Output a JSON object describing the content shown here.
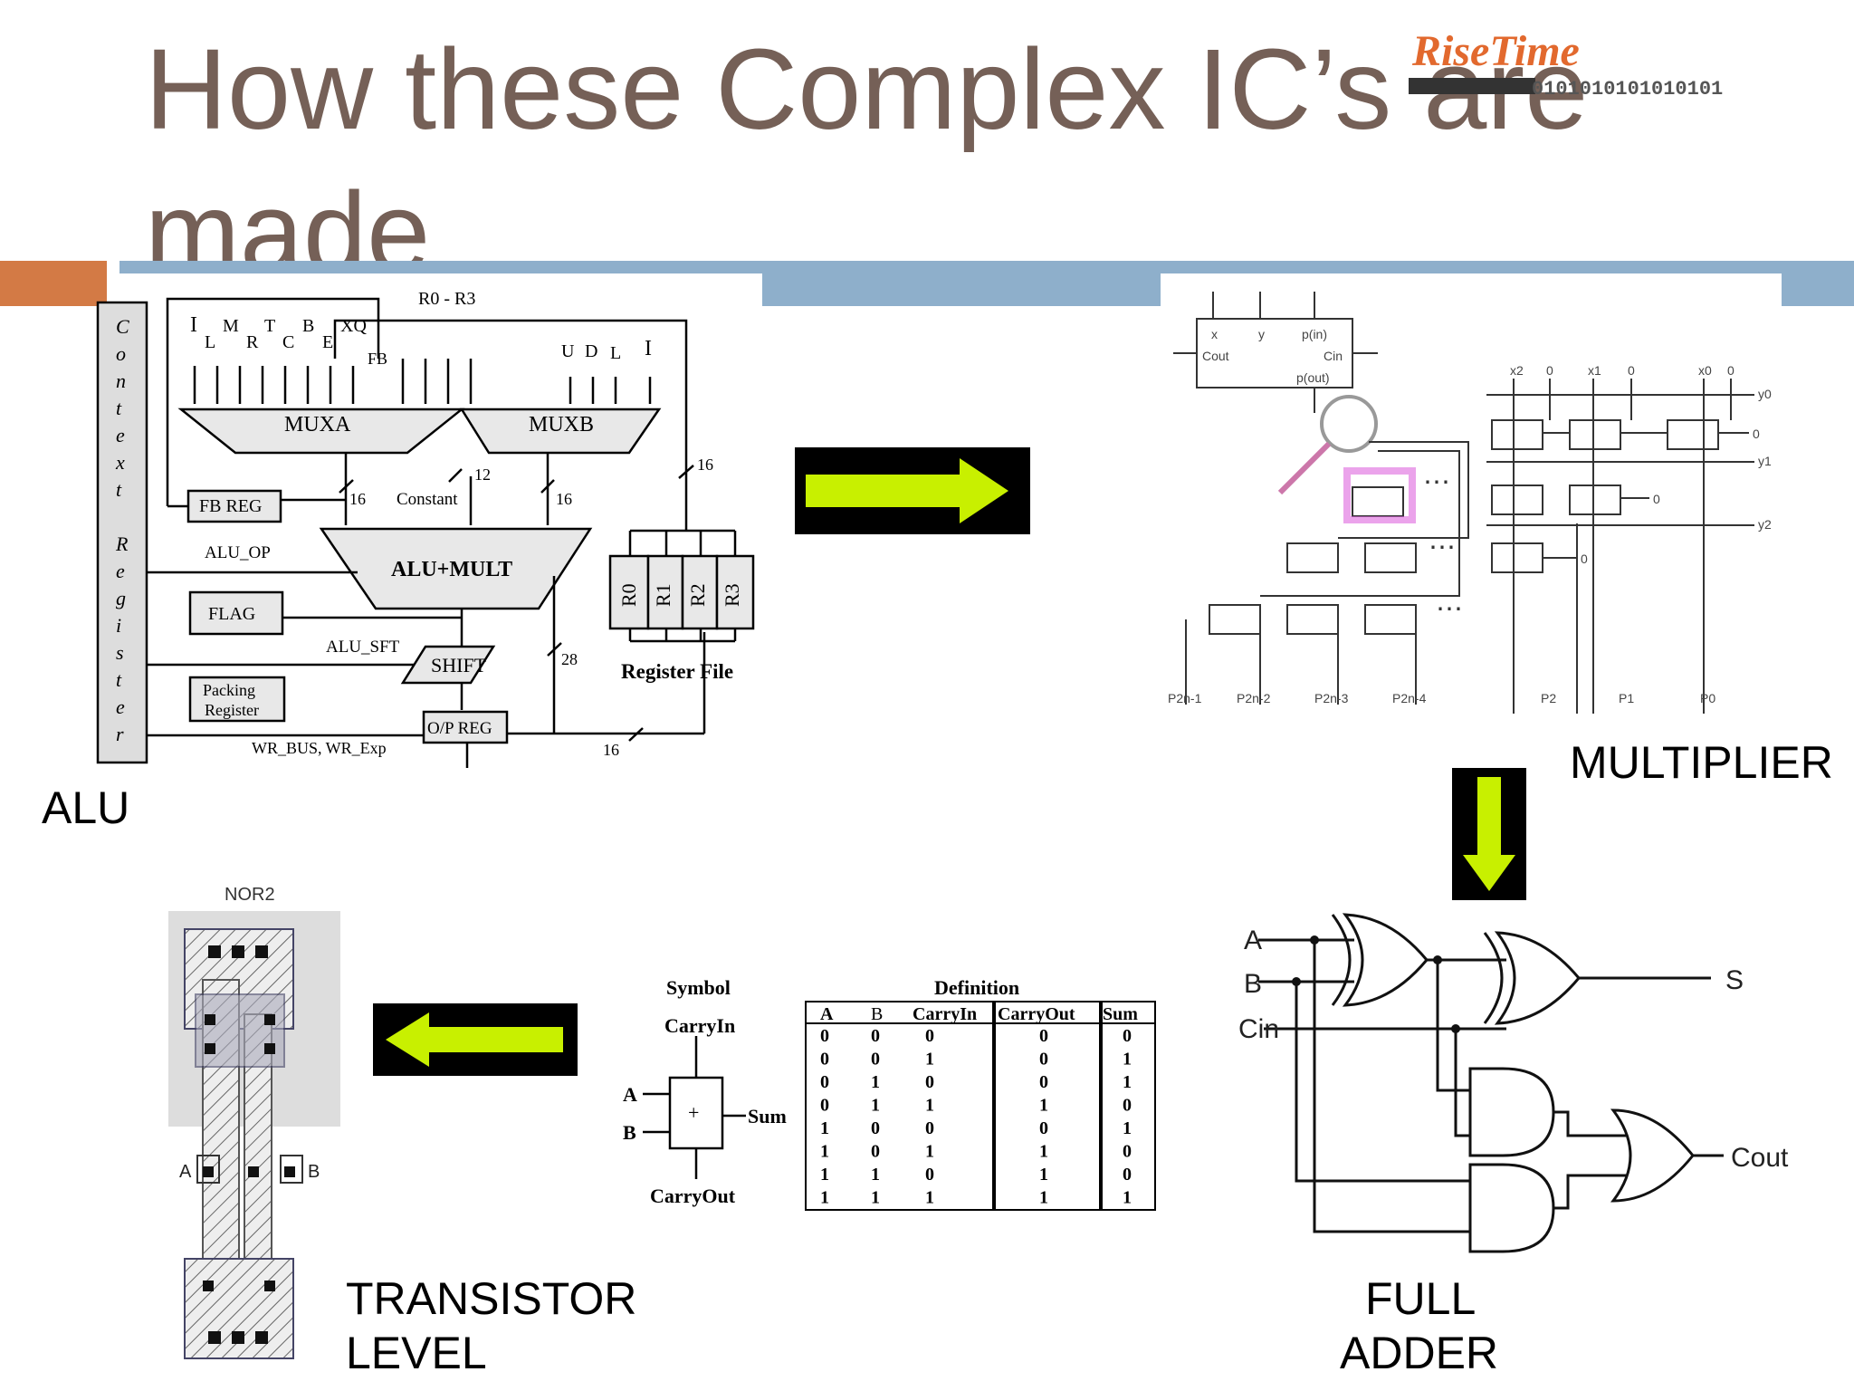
{
  "slide": {
    "title": "How these Complex IC’s are made",
    "logo": {
      "text": "RiseTime",
      "bits": "0101010101010101"
    },
    "colors": {
      "title": "#756057",
      "accent_orange": "#D37A45",
      "accent_blue": "#8EAFCB",
      "logo_orange": "#E2692E",
      "logo_blue": "#2A6FB8",
      "arrow_green": "#C8F000"
    }
  },
  "labels": {
    "alu": "ALU",
    "multiplier": "MULTIPLIER",
    "transistor": [
      "TRANSISTOR",
      "LEVEL"
    ],
    "full_adder": [
      "FULL",
      "ADDER"
    ]
  },
  "alu_diagram": {
    "context_register": [
      "C",
      "o",
      "n",
      "t",
      "e",
      "x",
      "t",
      "",
      "R",
      "e",
      "g",
      "i",
      "s",
      "t",
      "e",
      "r"
    ],
    "r0_r3": "R0 - R3",
    "muxa_inputs": [
      "I",
      "L",
      "M",
      "R",
      "T",
      "C",
      "B",
      "E",
      "XQ"
    ],
    "fb": "FB",
    "muxb_inputs": [
      "U",
      "D",
      "L",
      "I"
    ],
    "muxa": "MUXA",
    "muxb": "MUXB",
    "fb_reg": "FB REG",
    "constant": "Constant",
    "alu_op": "ALU_OP",
    "alu_mult": "ALU+MULT",
    "flag": "FLAG",
    "alu_sft": "ALU_SFT",
    "shift": "SHIFT",
    "packing_register": [
      "Packing",
      "Register"
    ],
    "op_reg": "O/P REG",
    "wr_bus": "WR_BUS, WR_Exp",
    "registers": [
      "R0",
      "R1",
      "R2",
      "R3"
    ],
    "register_file": "Register File",
    "bus_widths": [
      "16",
      "12",
      "16",
      "16",
      "28",
      "16"
    ]
  },
  "multiplier_diagram": {
    "cell_inputs": [
      "x",
      "y",
      "p(in)"
    ],
    "cell_io": [
      "Cout",
      "Cin",
      "p(out)"
    ],
    "top_inputs": [
      "x2",
      "0",
      "x1",
      "0",
      "x0",
      "0"
    ],
    "right_outputs": [
      "y0",
      "0",
      "y1",
      "0",
      "y2",
      "0"
    ],
    "bottom_outputs": [
      "P2n-1",
      "P2n-2",
      "P2n-3",
      "P2n-4",
      "P2",
      "P1",
      "P0"
    ]
  },
  "adder_symbol": {
    "symbol": "Symbol",
    "carry_in": "CarryIn",
    "a": "A",
    "b": "B",
    "plus": "+",
    "sum": "Sum",
    "carry_out": "CarryOut"
  },
  "truth_table": {
    "caption": "Definition",
    "headers": [
      "A",
      "B",
      "CarryIn",
      "CarryOut",
      "Sum"
    ],
    "rows": [
      [
        "0",
        "0",
        "0",
        "0",
        "0"
      ],
      [
        "0",
        "0",
        "1",
        "0",
        "1"
      ],
      [
        "0",
        "1",
        "0",
        "0",
        "1"
      ],
      [
        "0",
        "1",
        "1",
        "1",
        "0"
      ],
      [
        "1",
        "0",
        "0",
        "0",
        "1"
      ],
      [
        "1",
        "0",
        "1",
        "1",
        "0"
      ],
      [
        "1",
        "1",
        "0",
        "1",
        "0"
      ],
      [
        "1",
        "1",
        "1",
        "1",
        "1"
      ]
    ]
  },
  "layout_diagram": {
    "title": "NOR2",
    "pin_a": "A",
    "pin_b": "B"
  },
  "full_adder_diagram": {
    "input_a": "A",
    "input_b": "B",
    "input_cin": "Cin",
    "output_s": "S",
    "output_cout": "Cout"
  }
}
